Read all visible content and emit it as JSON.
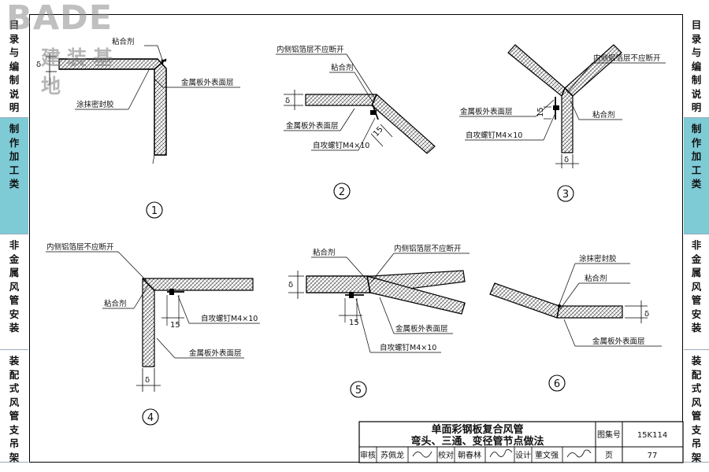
{
  "logo": {
    "brand": "BADE",
    "brand_cn": "建装基地"
  },
  "left_tabs": [
    {
      "text": "目录与编制说明"
    },
    {
      "text": "制作加工类"
    },
    {
      "text": "非金属风管安装"
    },
    {
      "text": "装配式风管支吊架"
    }
  ],
  "right_tabs": [
    {
      "text": "目录与编制说明"
    },
    {
      "text": "制作加工类"
    },
    {
      "text": "非金属风管安装"
    },
    {
      "text": "装配式风管支吊架"
    }
  ],
  "active_tab_index": 1,
  "colors": {
    "active_tab": "#7ecbd6",
    "line": "#000000"
  },
  "details": [
    {
      "number": "1",
      "labels": {
        "adhesive": "粘合剂",
        "sealant": "涂抹密封胶",
        "outer_layer": "金属板外表面层"
      },
      "dim": "δ"
    },
    {
      "number": "2",
      "labels": {
        "inner_foil": "内侧铝箔层不应断开",
        "adhesive": "粘合剂",
        "outer_layer": "金属板外表面层",
        "screw": "自攻螺钉M4×10"
      },
      "dim": "δ",
      "dim2": "15"
    },
    {
      "number": "3",
      "labels": {
        "inner_foil": "内侧铝箔层不应断开",
        "outer_layer": "金属板外表面层",
        "screw": "自攻螺钉M4×10",
        "adhesive": "粘合剂"
      },
      "dim": "δ",
      "dim2": "15"
    },
    {
      "number": "4",
      "labels": {
        "inner_foil": "内侧铝箔层不应断开",
        "adhesive": "粘合剂",
        "screw": "自攻螺钉M4×10",
        "outer_layer": "金属板外表面层"
      },
      "dim": "δ",
      "dim2": "15"
    },
    {
      "number": "5",
      "labels": {
        "adhesive": "粘合剂",
        "inner_foil": "内侧铝箔层不应断开",
        "outer_layer": "金属板外表面层",
        "screw": "自攻螺钉M4×10"
      },
      "dim": "δ",
      "dim2": "15"
    },
    {
      "number": "6",
      "labels": {
        "sealant": "涂抹密封胶",
        "adhesive": "粘合剂",
        "outer_layer": "金属板外表面层"
      },
      "dim": "δ"
    }
  ],
  "title_block": {
    "title_line1": "单面彩钢板复合风管",
    "title_line2": "弯头、三通、变径管节点做法",
    "atlas_label": "图集号",
    "atlas_no": "15K114",
    "page_label": "页",
    "page_no": "77",
    "review_label": "审核",
    "review_name": "苏佩龙",
    "check_label": "校对",
    "check_name": "朝春林",
    "design_label": "设计",
    "design_name": "董文强"
  }
}
